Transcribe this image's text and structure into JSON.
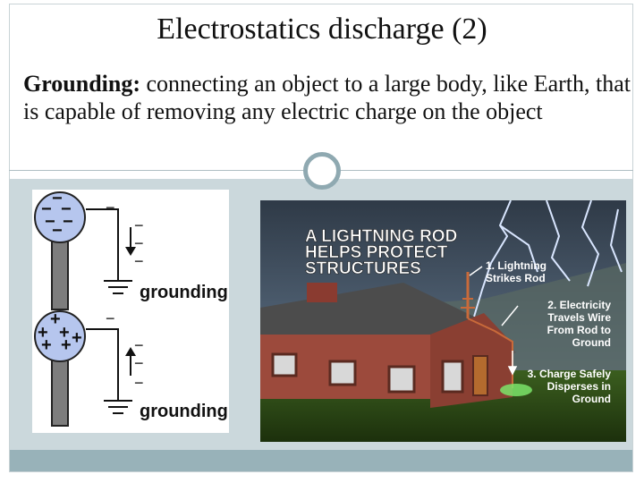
{
  "slide": {
    "title": "Electrostatics discharge (2)",
    "definition_term": "Grounding:",
    "definition_text": " connecting an object to a large body, like Earth, that is capable of removing any electric charge on the object"
  },
  "left_figure": {
    "top_label": "grounding",
    "bottom_label": "grounding",
    "minus_glyph": "−",
    "plus_glyph": "+"
  },
  "right_figure": {
    "headline": [
      "A LIGHTNING ROD",
      "HELPS PROTECT",
      "STRUCTURES"
    ],
    "step1": [
      "1. Lightning",
      "Strikes Rod"
    ],
    "step2": [
      "2. Electricity",
      "Travels Wire",
      "From Rod to",
      "Ground"
    ],
    "step3": [
      "3. Charge Safely",
      "Disperses in",
      "Ground"
    ]
  },
  "colors": {
    "content_bg": "#cbd8dc",
    "footer_bg": "#98b2b9",
    "ring": "#8fa9b1",
    "sphere_fill": "#b6c6ee",
    "rod_fill": "#7d7d7d"
  }
}
